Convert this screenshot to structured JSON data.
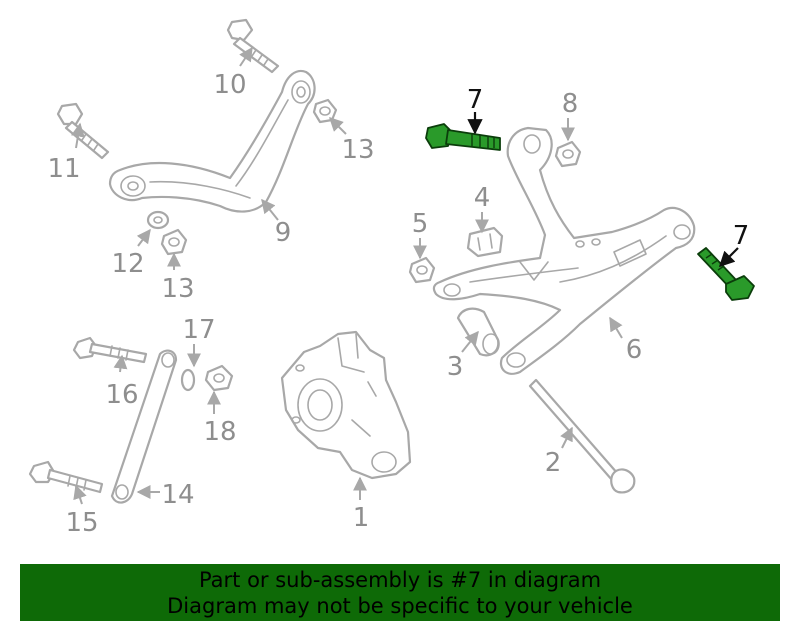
{
  "diagram": {
    "highlight_color": "#2a9a2a",
    "callouts": {
      "c1": "1",
      "c2": "2",
      "c3": "3",
      "c4": "4",
      "c5": "5",
      "c6": "6",
      "c7a": "7",
      "c7b": "7",
      "c8": "8",
      "c9": "9",
      "c10": "10",
      "c11": "11",
      "c12": "12",
      "c13a": "13",
      "c13b": "13",
      "c14": "14",
      "c15": "15",
      "c16": "16",
      "c17": "17",
      "c18": "18"
    }
  },
  "banner": {
    "background": "#0e6a07",
    "line1": "Part or sub-assembly is #7 in diagram",
    "line2": "Diagram may not be specific to your vehicle"
  }
}
